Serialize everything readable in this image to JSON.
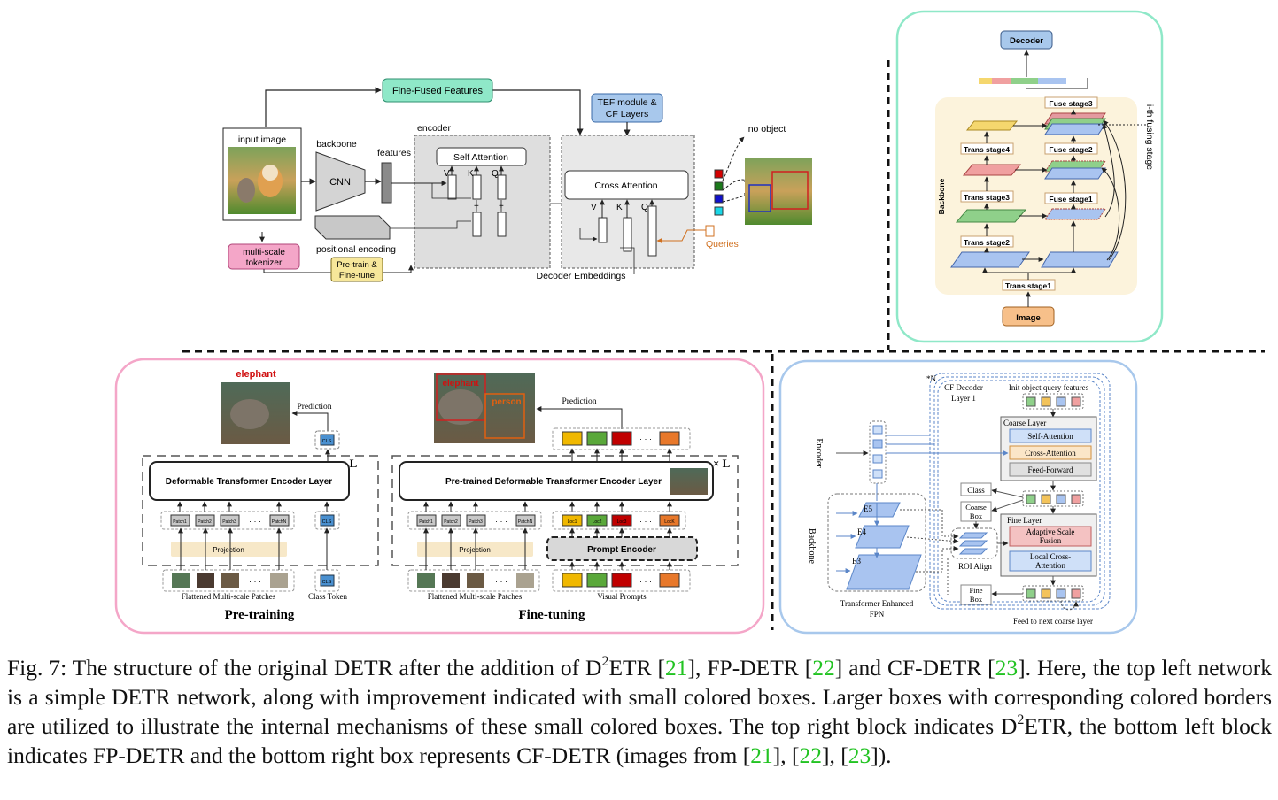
{
  "detr": {
    "fine_fused": "Fine-Fused Features",
    "tef": [
      "TEF module &",
      "CF Layers"
    ],
    "input_image": "input image",
    "backbone": "backbone",
    "cnn": "CNN",
    "features": "features",
    "encoder": "encoder",
    "self_attention": "Self Attention",
    "cross_attention": "Cross Attention",
    "v": "V",
    "k": "K",
    "q": "Q",
    "plus": "+",
    "positional_encoding": "positional encoding",
    "tokenizer": [
      "multi-scale",
      "tokenizer"
    ],
    "pretrain": [
      "Pre-train &",
      "Fine-tune"
    ],
    "decoder_embeddings": "Decoder Embeddings",
    "queries": "Queries",
    "no_object": "no object",
    "query_colors": [
      "#d40000",
      "#1b7a1b",
      "#1010cc",
      "#19d6e6"
    ]
  },
  "d2etr": {
    "decoder": "Decoder",
    "fuse_stages": [
      "Fuse stage3",
      "Fuse stage2",
      "Fuse stage1"
    ],
    "trans_stages": [
      "Trans stage4",
      "Trans stage3",
      "Trans stage2",
      "Trans stage1"
    ],
    "backbone": "Backbone",
    "image": "Image",
    "fusing_stage": "i-th fusing stage"
  },
  "fpdetr": {
    "elephant": "elephant",
    "person": "person",
    "prediction": "Prediction",
    "cls": "CLS",
    "times_l": "× L",
    "encoder_layer": "Deformable Transformer Encoder Layer",
    "pretrained_layer": "Pre-trained Deformable Transformer Encoder Layer",
    "patches": [
      "Patch1",
      "Patch2",
      "Patch3",
      "PatchN"
    ],
    "locs": [
      "Loc1",
      "Loc2",
      "Loc3",
      "LocK"
    ],
    "dots": "· · ·",
    "projection": "Projection",
    "prompt_encoder": "Prompt Encoder",
    "flattened": "Flattened Multi-scale Patches",
    "class_token": "Class Token",
    "visual_prompts": "Visual Prompts",
    "pretraining": "Pre-training",
    "finetuning": "Fine-tuning",
    "prompt_colors": [
      "#f0b800",
      "#5aa83a",
      "#c00000",
      "#e8782a"
    ]
  },
  "cfdetr": {
    "n": "*N",
    "cf_decoder": [
      "CF Decoder",
      "Layer 1"
    ],
    "init_query": "Init object query features",
    "encoder": "Encoder",
    "backbone": "Backbone",
    "coarse_layer": "Coarse Layer",
    "self_attention": "Self-Attention",
    "cross_attention": "Cross-Attention",
    "feed_forward": "Feed-Forward",
    "class": "Class",
    "coarse_box": [
      "Coarse",
      "Box"
    ],
    "fine_layer": "Fine Layer",
    "adaptive": [
      "Adaptive Scale",
      "Fusion"
    ],
    "local_cross": [
      "Local Cross-",
      "Attention"
    ],
    "roi_align": "ROI Align",
    "fine_box": [
      "Fine",
      "Box"
    ],
    "e5": "E5",
    "e4": "E4",
    "e3": "E3",
    "fpn": [
      "Transformer Enhanced",
      "FPN"
    ],
    "feed_next": "Feed to next coarse layer",
    "query_colors": [
      "#8fd08a",
      "#f3c35a",
      "#a9c4f0",
      "#f0a0a0"
    ]
  },
  "caption": {
    "t1": "Fig. 7: The structure of the original DETR after the addition of D",
    "sup1": "2",
    "t2": "ETR [",
    "r21": "21",
    "t3": "], FP-DETR [",
    "r22": "22",
    "t4": "] and CF-DETR [",
    "r23": "23",
    "t5": "]. Here, the top left network is a simple DETR network, along with improvement indicated with small colored boxes. Larger boxes with corresponding colored borders are utilized to illustrate the internal mechanisms of these small colored boxes. The top right block indicates D",
    "sup2": "2",
    "t6": "ETR, the bottom left block indicates FP-DETR and the bottom right box represents CF-DETR (images from [",
    "r21b": "21",
    "t7": "], [",
    "r22b": "22",
    "t8": "], [",
    "r23b": "23",
    "t9": "])."
  }
}
